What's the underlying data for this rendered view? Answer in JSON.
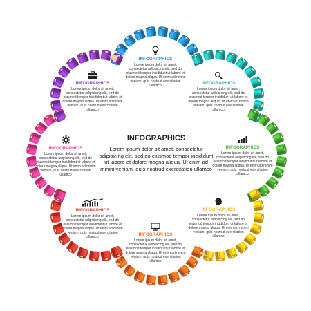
{
  "colors": {
    "purple": "#8e3bc4",
    "blue": "#2a8fd1",
    "teal": "#1fb3ae",
    "green": "#4caf36",
    "yellow": "#f2bc14",
    "orange": "#ec6a1f",
    "red": "#e03a2c",
    "pink": "#e83d91"
  },
  "center": {
    "title": "INFOGRAPHICS",
    "text": "Lorem ipsum dolor sit amet, consectetur adipisicing elit, sed do eiusmod tempor incididunt ut labore et dolore magna aliqua. Ut enim ad minim veniam, quis nostrud exercitation ullamco"
  },
  "blocks": [
    {
      "id": "top",
      "icon": "lightbulb-icon",
      "title": "INFOGRAPHICS",
      "color": "#2a8fd1",
      "text": "Lorem ipsum dolor sit amet, consectetur adipisicing elit, sed do eiusmod tempor incididunt ut labore et dolore magna aliqua. Ut enim ad minim veniam, quis nostrud exercitation ullamco"
    },
    {
      "id": "top-right",
      "icon": "magnifier-icon",
      "title": "INFOGRAPHICS",
      "color": "#1fb3ae",
      "text": "Lorem ipsum dolor sit amet, consectetur adipisicing elit, sed do eiusmod tempor incididunt ut labore et dolore magna aliqua. Ut enim ad minim veniam, quis nostrud exercitation ullamco"
    },
    {
      "id": "right",
      "icon": "bar-chart-icon",
      "title": "INFOGRAPHICS",
      "color": "#4caf36",
      "text": "Lorem ipsum dolor sit amet, consectetur adipisicing elit, sed do eiusmod tempor incididunt ut labore et dolore magna aliqua. Ut enim ad minim veniam, quis nostrud exercitation ullamco"
    },
    {
      "id": "bottom-right",
      "icon": "head-profile-icon",
      "title": "INFOGRAPHICS",
      "color": "#f2bc14",
      "text": "Lorem ipsum dolor sit amet, consectetur adipisicing elit, sed do eiusmod tempor incididunt ut labore et dolore magna aliqua. Ut enim ad minim veniam, quis nostrud exercitation ullamco"
    },
    {
      "id": "bottom",
      "icon": "monitor-icon",
      "title": "INFOGRAPHICS",
      "color": "#ec6a1f",
      "text": "Lorem ipsum dolor sit amet, consectetur adipisicing elit, sed do eiusmod tempor incididunt ut labore et dolore magna aliqua. Ut enim ad minim veniam, quis nostrud exercitation ullamco"
    },
    {
      "id": "bottom-left",
      "icon": "trend-chart-icon",
      "title": "INFOGRAPHICS",
      "color": "#e03a2c",
      "text": "Lorem ipsum dolor sit amet, consectetur adipisicing elit, sed do eiusmod tempor incididunt ut labore et dolore magna aliqua. Ut enim ad minim veniam, quis nostrud exercitation ullamco"
    },
    {
      "id": "left",
      "icon": "gear-icon",
      "title": "INFOGRAPHICS",
      "color": "#e83d91",
      "text": "Lorem ipsum dolor sit amet, consectetur adipisicing elit, sed do eiusmod tempor incididunt ut labore et dolore magna aliqua. Ut enim ad minim veniam, quis nostrud exercitation ullamco"
    },
    {
      "id": "top-left",
      "icon": "briefcase-icon",
      "title": "INFOGRAPHICS",
      "color": "#8e3bc4",
      "text": "Lorem ipsum dolor sit amet, consectetur adipisicing elit, sed do eiusmod tempor incididunt ut labore et dolore magna aliqua. Ut enim ad minim veniam, quis nostrud exercitation ullamco"
    }
  ]
}
